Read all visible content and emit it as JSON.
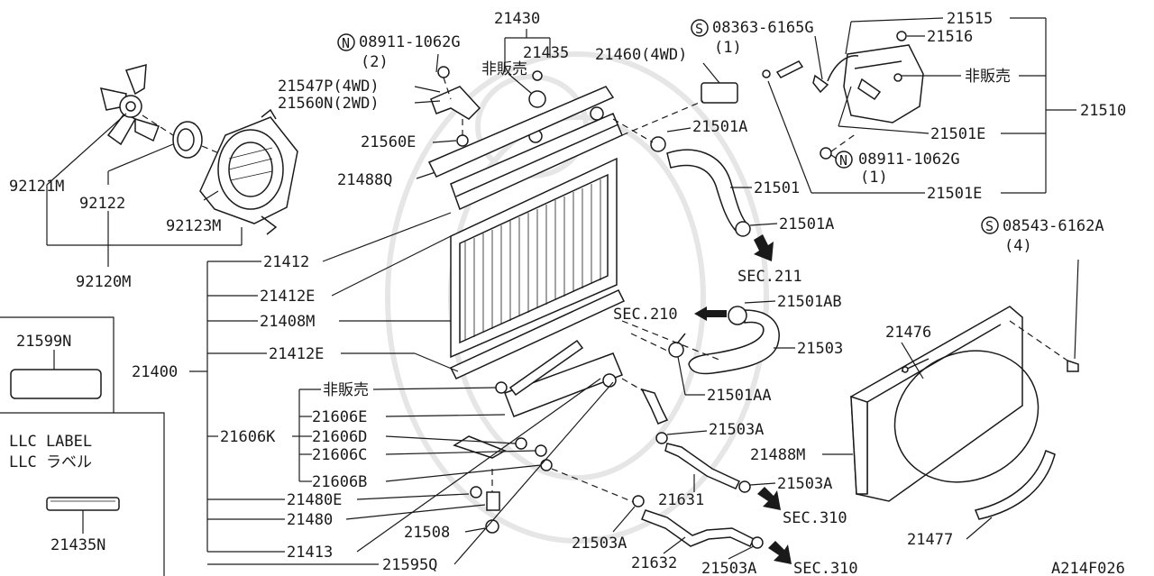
{
  "diagram_code": "A214F026",
  "labels": {
    "p21430": "21430",
    "p21435": "21435",
    "hanbaikan": "非販売",
    "p21460": "21460(4WD)",
    "s08363": "08363-6165G",
    "s08363_qty": "(1)",
    "p21515": "21515",
    "p21516": "21516",
    "p21510": "21510",
    "n08911_top": "08911-1062G",
    "n08911_top_qty": "(2)",
    "p21547P": "21547P(4WD)",
    "p21560N": "21560N(2WD)",
    "p21560E": "21560E",
    "p21501A_top": "21501A",
    "p21501E_a": "21501E",
    "n08911_right": "08911-1062G",
    "n08911_right_qty": "(1)",
    "p21501E_b": "21501E",
    "p21488Q": "21488Q",
    "p21501": "21501",
    "p21501A_mid": "21501A",
    "s08543": "08543-6162A",
    "s08543_qty": "(4)",
    "p92121M": "92121M",
    "p92122": "92122",
    "p92123M": "92123M",
    "p92120M": "92120M",
    "p21412": "21412",
    "sec211": "SEC.211",
    "p21412E_a": "21412E",
    "p21408M": "21408M",
    "sec210": "SEC.210",
    "p21501AB": "21501AB",
    "p21599N": "21599N",
    "p21476": "21476",
    "p21503": "21503",
    "p21412E_b": "21412E",
    "p21400": "21400",
    "p21501AA": "21501AA",
    "hanbaikan2": "非販売",
    "p21606E": "21606E",
    "p21606K": "21606K",
    "p21606D": "21606D",
    "p21606C": "21606C",
    "p21606B": "21606B",
    "p21503A_a": "21503A",
    "p21488M": "21488M",
    "p21503A_b": "21503A",
    "llc_label": "LLC LABEL",
    "llc_label_jp": "LLC ラベル",
    "p21480E": "21480E",
    "p21631": "21631",
    "p21480": "21480",
    "sec310_a": "SEC.310",
    "p21508": "21508",
    "p21477": "21477",
    "p21435N": "21435N",
    "p21503A_c": "21503A",
    "p21413": "21413",
    "p21632": "21632",
    "p21595Q": "21595Q",
    "p21503A_d": "21503A",
    "sec310_b": "SEC.310"
  },
  "symbols": {
    "n_mark": "N",
    "s_mark": "S"
  }
}
